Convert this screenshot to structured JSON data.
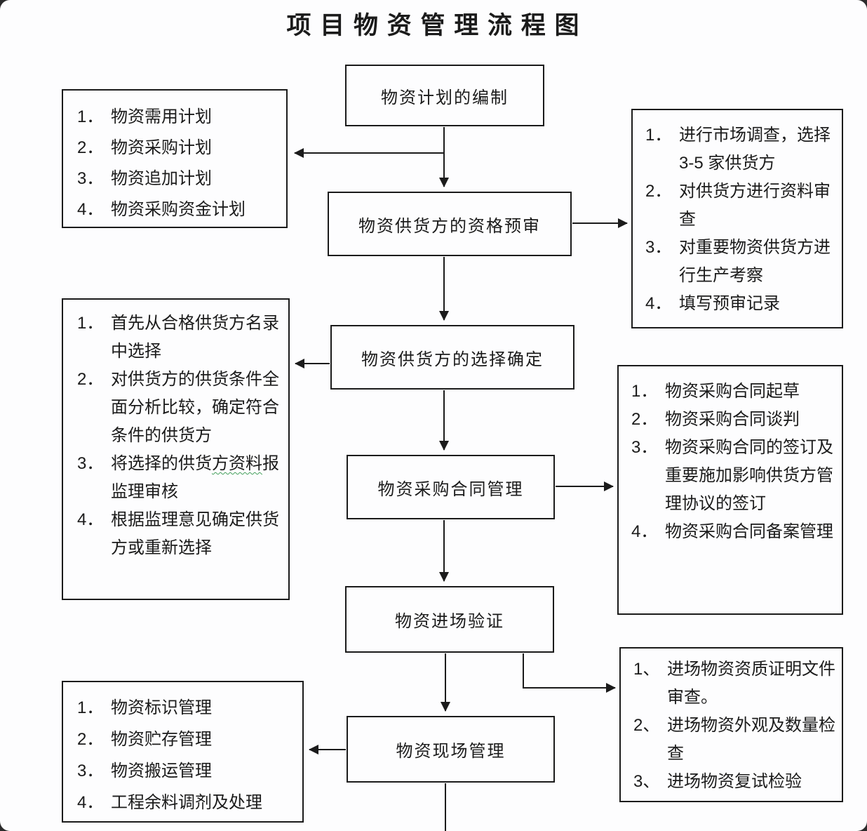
{
  "title": "项 目 物 资 管 理 流 程 图",
  "colors": {
    "ink": "#1b1b1b",
    "page_bg": "#fdfdfe",
    "canvas_bg": "#2b2b2b"
  },
  "nodes": {
    "plan": "物资计划的编制",
    "prequalify": "物资供货方的资格预审",
    "select": "物资供货方的选择确定",
    "contract": "物资采购合同管理",
    "verify": "物资进场验证",
    "site": "物资现场管理"
  },
  "lists": {
    "left_plan": {
      "items": [
        {
          "num": "1．",
          "text": "物资需用计划"
        },
        {
          "num": "2．",
          "text": "物资采购计划"
        },
        {
          "num": "3．",
          "text": "物资追加计划"
        },
        {
          "num": "4．",
          "text": "物资采购资金计划"
        }
      ]
    },
    "right_prequalify": {
      "items": [
        {
          "num": "1．",
          "text": "进行市场调查，选择 3-5 家供货方"
        },
        {
          "num": "2．",
          "text": "对供货方进行资料审查"
        },
        {
          "num": "3．",
          "text": "对重要物资供货方进行生产考察"
        },
        {
          "num": "4．",
          "text": "填写预审记录"
        }
      ]
    },
    "left_select": {
      "items": [
        {
          "num": "1．",
          "text": "首先从合格供货方名录中选择"
        },
        {
          "num": "2．",
          "text": "对供货方的供货条件全面分析比较，确定符合条件的供货方"
        },
        {
          "num": "3．",
          "pre": "将选择的供货",
          "mark": "方资料",
          "post": "报监理审核"
        },
        {
          "num": "4．",
          "text": "根据监理意见确定供货方或重新选择"
        }
      ]
    },
    "right_contract": {
      "items": [
        {
          "num": "1．",
          "text": "物资采购合同起草"
        },
        {
          "num": "2．",
          "text": "物资采购合同谈判"
        },
        {
          "num": "3．",
          "text": "物资采购合同的签订及重要施加影响供货方管理协议的签订"
        },
        {
          "num": "4．",
          "text": "物资采购合同备案管理"
        }
      ]
    },
    "left_site": {
      "items": [
        {
          "num": "1．",
          "text": "物资标识管理"
        },
        {
          "num": "2．",
          "text": "物资贮存管理"
        },
        {
          "num": "3．",
          "text": "物资搬运管理"
        },
        {
          "num": "4．",
          "text": "工程余料调剂及处理"
        }
      ]
    },
    "right_verify": {
      "items": [
        {
          "num": "1、",
          "text": "进场物资资质证明文件审查。"
        },
        {
          "num": "2、",
          "text": "进场物资外观及数量检查"
        },
        {
          "num": "3、",
          "text": "进场物资复试检验"
        }
      ]
    }
  }
}
